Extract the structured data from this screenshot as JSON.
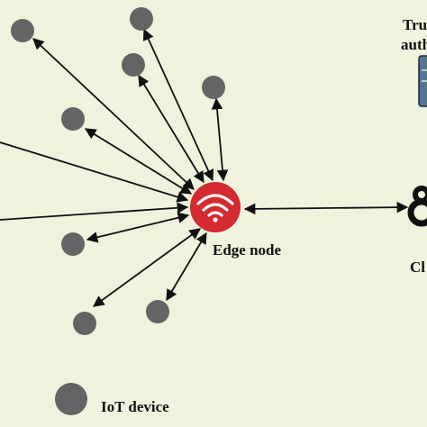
{
  "labels": {
    "edge_node": "Edge node",
    "iot_device": "IoT device",
    "trusted_authority_line1": "Tru",
    "trusted_authority_line2": "auth",
    "cloud": "Cl"
  },
  "colors": {
    "background": "#eef3de",
    "iot_device": "#646464",
    "edge_node": "#d42a30",
    "arrow": "#111111",
    "authority_box": "#5b7390"
  },
  "icons": {
    "edge_node": "wifi-icon",
    "iot_device": "circle",
    "trusted_authority": "server-icon",
    "cloud": "cloud-icon"
  },
  "connections": {
    "iot_to_edge": "bidirectional",
    "edge_to_cloud": "bidirectional"
  }
}
